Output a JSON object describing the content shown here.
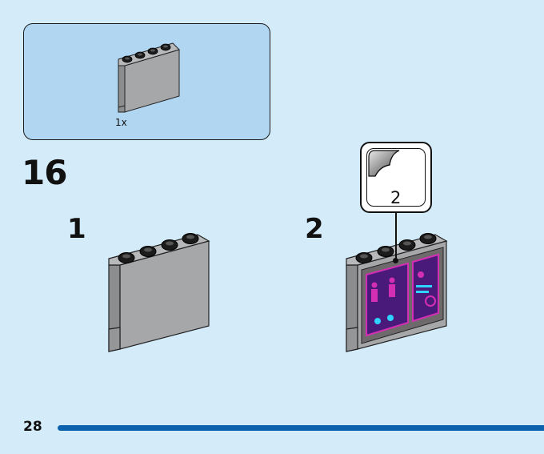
{
  "parts_panel": {
    "quantity": "1x"
  },
  "step": {
    "number": "16"
  },
  "substeps": [
    {
      "label": "1"
    },
    {
      "label": "2"
    }
  ],
  "sticker_callout": {
    "quantity": "2"
  },
  "footer": {
    "page_number": "28"
  },
  "colors": {
    "background": "#d4ebfa",
    "parts_panel": "#b1d6f2",
    "brick_gray": "#a6a7a9",
    "stud_black": "#1b1b1b",
    "sticker_magenta": "#d42eb4",
    "sticker_purple": "#4a1a7a",
    "page_bar": "#0b63ad"
  }
}
